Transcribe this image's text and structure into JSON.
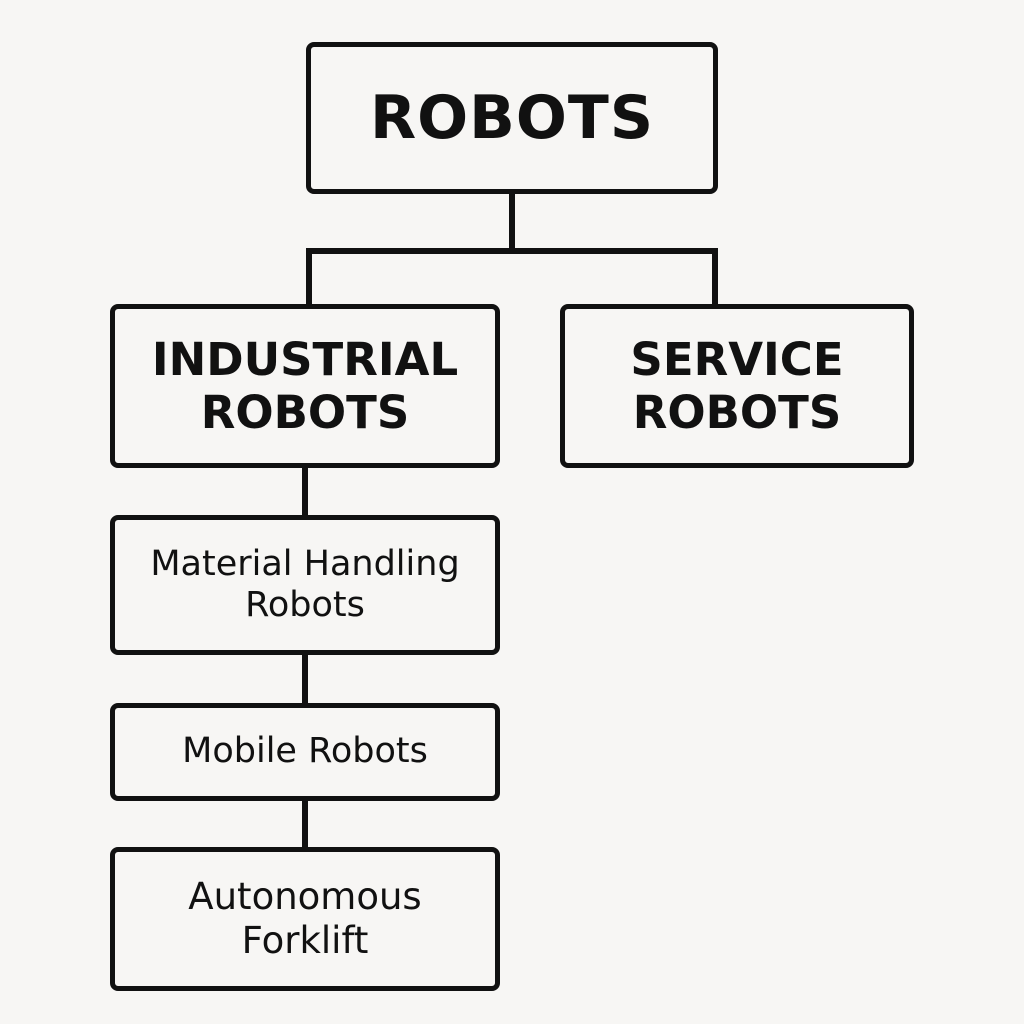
{
  "diagram": {
    "root": {
      "label": "ROBOTS"
    },
    "industrial": {
      "line1": "INDUSTRIAL",
      "line2": "ROBOTS"
    },
    "service": {
      "line1": "SERVICE",
      "line2": "ROBOTS"
    },
    "material_handling": {
      "line1": "Material Handling",
      "line2": "Robots"
    },
    "mobile": {
      "label": "Mobile Robots"
    },
    "forklift": {
      "line1": "Autonomous",
      "line2": "Forklift"
    }
  },
  "colors": {
    "background": "#f7f6f4",
    "stroke": "#111111",
    "text": "#111111"
  }
}
